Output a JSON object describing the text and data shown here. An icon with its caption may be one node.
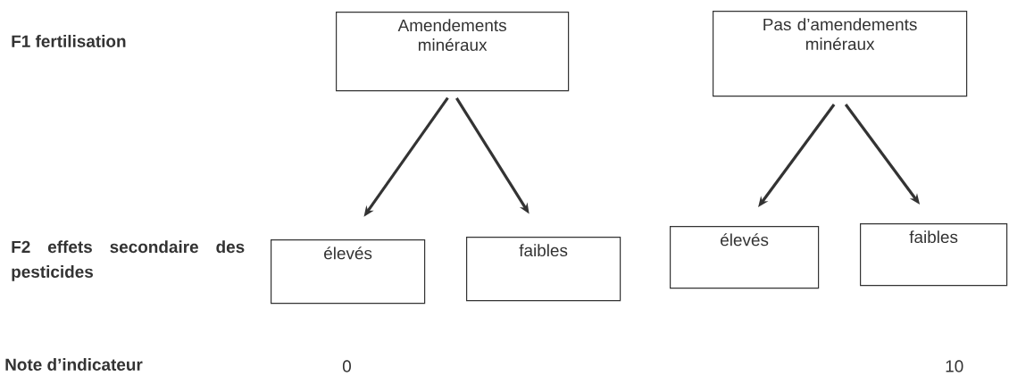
{
  "diagram": {
    "nodes": [
      {
        "text": [
          "Amendements minéraux"
        ]
      },
      {
        "text": [
          "Pas d’amendements minéraux"
        ]
      },
      {
        "text": [
          "élevés"
        ]
      },
      {
        "text": [
          "faibles"
        ]
      },
      {
        "text": [
          "élevés"
        ]
      },
      {
        "text": [
          "faibles"
        ]
      }
    ],
    "edges": [
      {
        "from": 0,
        "to": 2,
        "arrow": "to"
      },
      {
        "from": 0,
        "to": 3,
        "arrow": "to"
      },
      {
        "from": 1,
        "to": 4,
        "arrow": "to"
      },
      {
        "from": 1,
        "to": 5,
        "arrow": "to"
      }
    ],
    "labels": [
      "F1 fertilisation",
      "F2 effets secondaire des pesticides",
      "Note d’indicateur",
      "0",
      "10"
    ]
  }
}
